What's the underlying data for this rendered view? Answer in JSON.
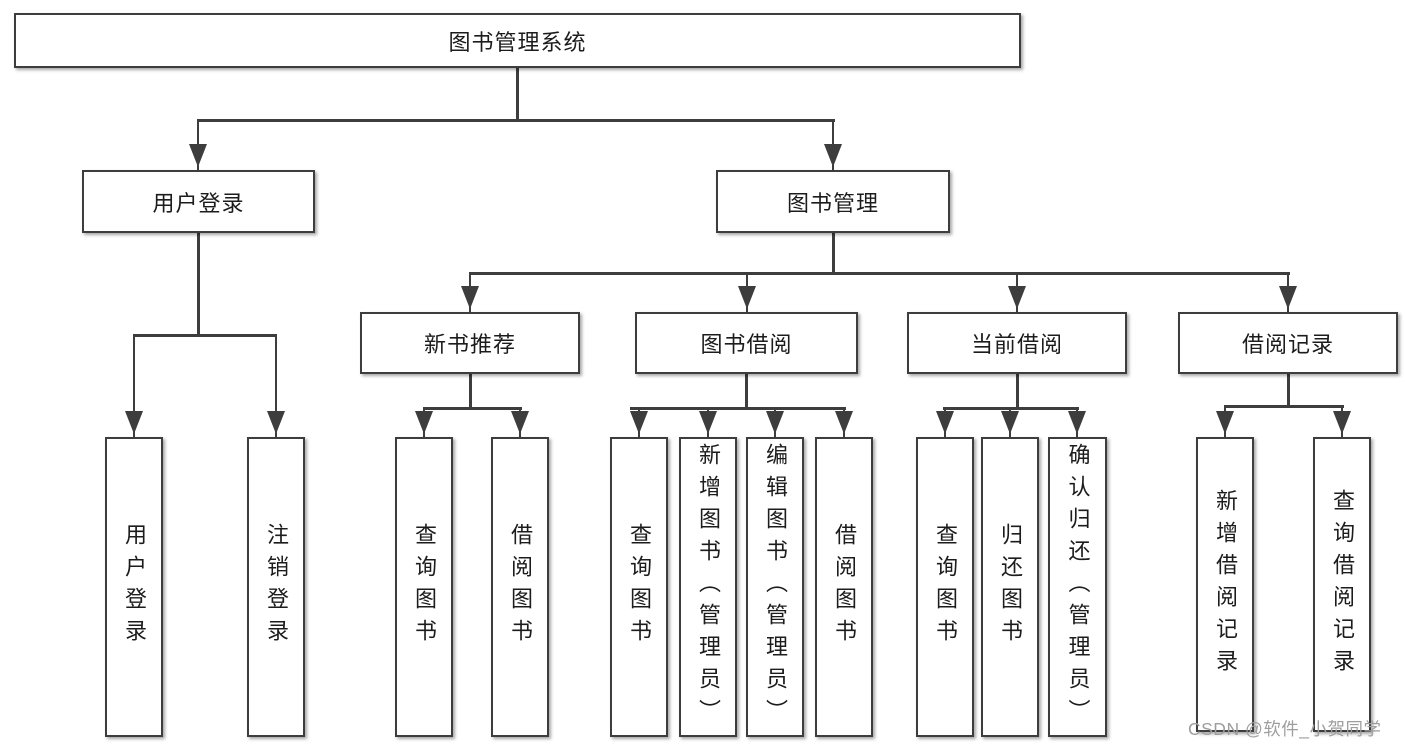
{
  "diagram": {
    "root": {
      "label": "图书管理系统"
    },
    "branches": [
      {
        "label": "用户登录",
        "children": [
          {
            "label": "用户登录"
          },
          {
            "label": "注销登录"
          }
        ]
      },
      {
        "label": "图书管理",
        "children": [
          {
            "label": "新书推荐",
            "children": [
              {
                "label": "查询图书"
              },
              {
                "label": "借阅图书"
              }
            ]
          },
          {
            "label": "图书借阅",
            "children": [
              {
                "label": "查询图书"
              },
              {
                "label": "新增图书（管理员）"
              },
              {
                "label": "编辑图书（管理员）"
              },
              {
                "label": "借阅图书"
              }
            ]
          },
          {
            "label": "当前借阅",
            "children": [
              {
                "label": "查询图书"
              },
              {
                "label": "归还图书"
              },
              {
                "label": "确认归还（管理员）"
              }
            ]
          },
          {
            "label": "借阅记录",
            "children": [
              {
                "label": "新增借阅记录"
              },
              {
                "label": "查询借阅记录"
              }
            ]
          }
        ]
      }
    ],
    "watermark": "CSDN @软件_小贺同学",
    "colors": {
      "line": "#3d3d3d",
      "text": "#1c1c1c",
      "watermark": "#9e9e9e",
      "background": "#ffffff"
    }
  }
}
